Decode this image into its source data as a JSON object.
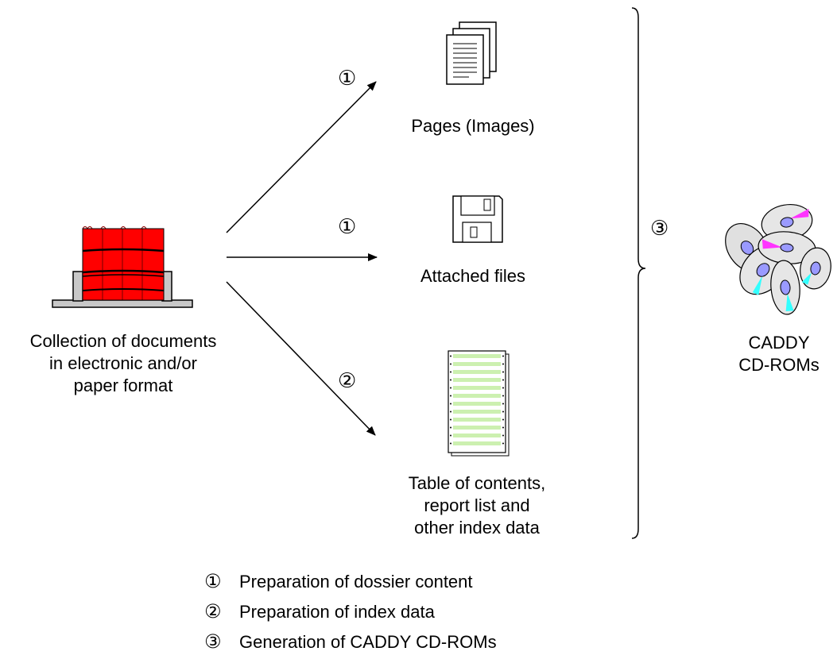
{
  "source": {
    "label_line1": "Collection of documents",
    "label_line2": "in electronic and/or",
    "label_line3": "paper format",
    "icon": "book-binders-icon",
    "book_color": "#ff0000"
  },
  "targets": {
    "pages": {
      "label": "Pages (Images)",
      "icon": "document-pages-icon",
      "marker": "①"
    },
    "files": {
      "label": "Attached files",
      "icon": "floppy-disk-icon",
      "marker": "①"
    },
    "index": {
      "label_line1": "Table of contents,",
      "label_line2": "report list and",
      "label_line3": "other index data",
      "icon": "index-sheets-icon",
      "marker": "②",
      "sheet_color": "#ccf0b0"
    }
  },
  "brace_marker": "③",
  "result": {
    "label_line1": "CADDY",
    "label_line2": "CD-ROMs",
    "icon": "cd-roms-icon"
  },
  "legend": [
    {
      "marker": "①",
      "text": "Preparation of dossier content"
    },
    {
      "marker": "②",
      "text": "Preparation of index data"
    },
    {
      "marker": "③",
      "text": "Generation of CADDY CD-ROMs"
    }
  ]
}
